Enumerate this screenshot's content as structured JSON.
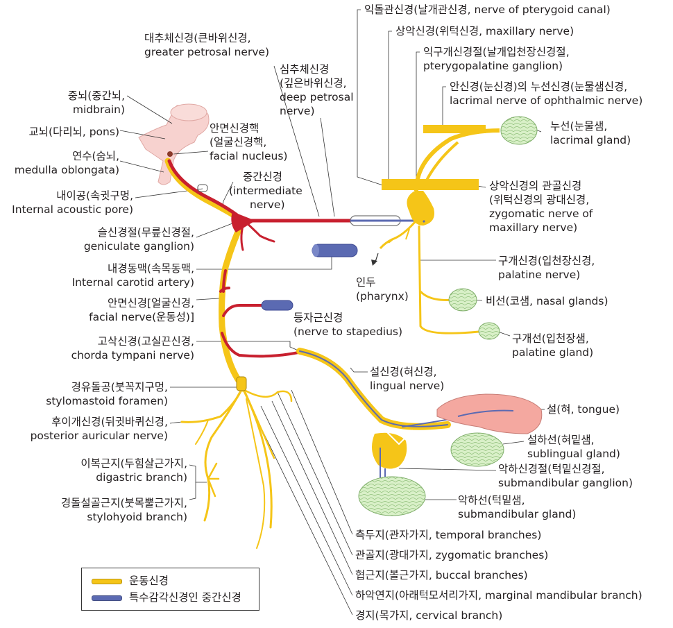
{
  "colors": {
    "motor": "#f5c518",
    "sensory": "#5b6ab2",
    "facial_red": "#c8202f",
    "artery": "#5b6ab2",
    "gland_fill": "#d9f0c8",
    "tongue_fill": "#f4a8a0",
    "brainstem_fill": "#f7d2cf"
  },
  "labels": {
    "midbrain": [
      "중뇌(중간뇌,",
      "midbrain)"
    ],
    "pons": [
      "교뇌(다리뇌, pons)"
    ],
    "medulla": [
      "연수(숨뇌,",
      "medulla oblongata)"
    ],
    "internal_acoustic_pore": [
      "내이공(속귓구멍,",
      "Internal acoustic pore)"
    ],
    "geniculate_ganglion": [
      "슬신경절(무릎신경절,",
      "geniculate ganglion)"
    ],
    "internal_carotid": [
      "내경동맥(속목동맥,",
      "Internal carotid artery)"
    ],
    "facial_nerve": [
      "안면신경[얼굴신경,",
      "facial nerve(운동성)]"
    ],
    "chorda_tympani": [
      "고삭신경(고실끈신경,",
      "chorda tympani nerve)"
    ],
    "stylomastoid": [
      "경유돌공(붓꼭지구멍,",
      "stylomastoid foramen)"
    ],
    "posterior_auricular": [
      "후이개신경(뒤귓바퀴신경,",
      "posterior auricular nerve)"
    ],
    "digastric": [
      "이복근지(두힘살근가지,",
      "digastric branch)"
    ],
    "stylohyoid": [
      "경돌설골근지(붓목뿔근가지,",
      "stylohyoid branch)"
    ],
    "greater_petrosal": [
      "대추체신경(큰바위신경,",
      "greater petrosal nerve)"
    ],
    "deep_petrosal": [
      "심추체신경",
      "(깊은바위신경,",
      "deep petrosal",
      "nerve)"
    ],
    "facial_nucleus": [
      "안면신경핵",
      "(얼굴신경핵,",
      "facial nucleus)"
    ],
    "intermediate": [
      "중간신경",
      "(intermediate",
      "nerve)"
    ],
    "pterygoid_canal": [
      "익돌관신경(날개관신경, nerve of pterygoid canal)"
    ],
    "maxillary": [
      "상악신경(위턱신경, maxillary nerve)"
    ],
    "pterygopalatine": [
      "익구개신경절(날개입천장신경절,",
      "pterygopalatine ganglion)"
    ],
    "lacrimal_nerve": [
      "안신경(눈신경)의 누선신경(눈물샘신경,",
      "lacrimal nerve of ophthalmic nerve)"
    ],
    "lacrimal_gland": [
      "누선(눈물샘,",
      "lacrimal gland)"
    ],
    "zygomatic": [
      "상악신경의 관골신경",
      "(위턱신경의 광대신경,",
      "zygomatic nerve of",
      "maxillary nerve)"
    ],
    "palatine_nerve": [
      "구개신경(입천장신경,",
      "palatine nerve)"
    ],
    "pharynx": [
      "인두",
      "(pharynx)"
    ],
    "nasal_glands": [
      "비선(코샘, nasal glands)"
    ],
    "stapedius": [
      "등자근신경",
      "(nerve to stapedius)"
    ],
    "palatine_gland": [
      "구개선(입천장샘,",
      "palatine gland)"
    ],
    "lingual": [
      "설신경(혀신경,",
      "lingual nerve)"
    ],
    "tongue": [
      "설(혀, tongue)"
    ],
    "sublingual": [
      "설하선(혀밑샘,",
      "sublingual gland)"
    ],
    "submandibular_ganglion": [
      "악하신경절(턱밑신경절,",
      "submandibular ganglion)"
    ],
    "submandibular_gland": [
      "악하선(턱밑샘,",
      "submandibular gland)"
    ],
    "temporal": [
      "측두지(관자가지, temporal branches)"
    ],
    "zygomatic_br": [
      "관골지(광대가지, zygomatic branches)"
    ],
    "buccal": [
      "협근지(볼근가지, buccal branches)"
    ],
    "marginal": [
      "하악연지(아래턱모서리가지, marginal mandibular branch)"
    ],
    "cervical": [
      "경지(목가지, cervical branch)"
    ]
  },
  "legend": [
    {
      "label": "운동신경",
      "color": "#f5c518"
    },
    {
      "label": "특수감각신경인 중간신경",
      "color": "#5b6ab2"
    }
  ]
}
